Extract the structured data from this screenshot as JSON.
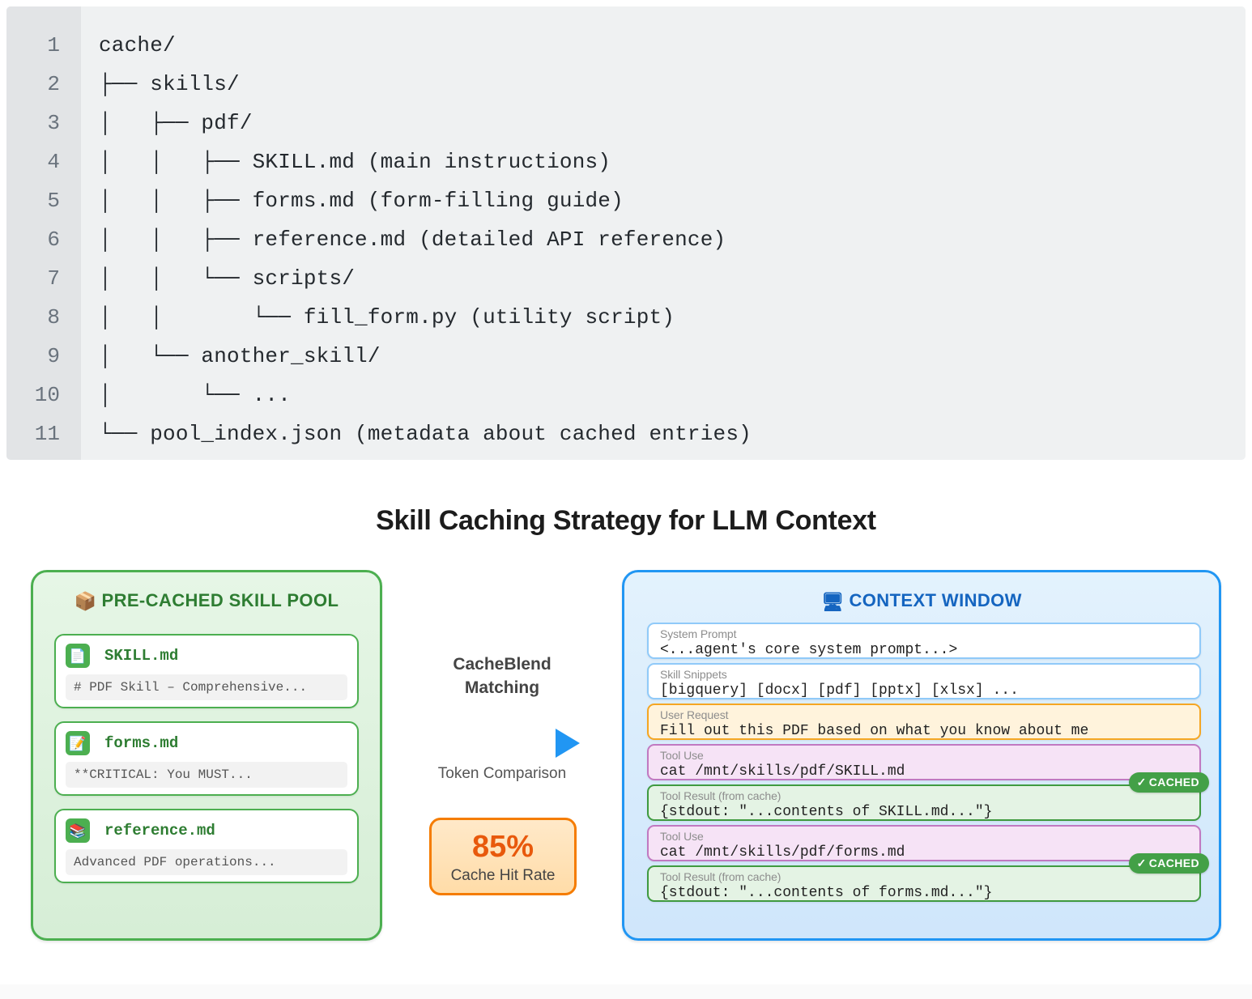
{
  "code_block": {
    "language": "text",
    "lines": [
      {
        "number": "1",
        "text": "cache/"
      },
      {
        "number": "2",
        "text": "├── skills/"
      },
      {
        "number": "3",
        "text": "│   ├── pdf/"
      },
      {
        "number": "4",
        "text": "│   │   ├── SKILL.md (main instructions)"
      },
      {
        "number": "5",
        "text": "│   │   ├── forms.md (form-filling guide)"
      },
      {
        "number": "6",
        "text": "│   │   ├── reference.md (detailed API reference)"
      },
      {
        "number": "7",
        "text": "│   │   └── scripts/"
      },
      {
        "number": "8",
        "text": "│   │       └── fill_form.py (utility script)"
      },
      {
        "number": "9",
        "text": "│   └── another_skill/"
      },
      {
        "number": "10",
        "text": "│       └── ..."
      },
      {
        "number": "11",
        "text": "└── pool_index.json (metadata about cached entries)"
      }
    ]
  },
  "diagram": {
    "title": "Skill Caching Strategy for LLM Context",
    "pool_panel": {
      "header_icon": "package-emoji",
      "header_glyph": "📦",
      "header_label": "PRE-CACHED SKILL POOL",
      "accent_color": "#4caf50",
      "cards": [
        {
          "icon_name": "page-facing-up-icon",
          "icon_glyph": "📄",
          "name": "SKILL.md",
          "preview": "# PDF Skill – Comprehensive..."
        },
        {
          "icon_name": "memo-icon",
          "icon_glyph": "📝",
          "name": "forms.md",
          "preview": "**CRITICAL: You MUST..."
        },
        {
          "icon_name": "books-icon",
          "icon_glyph": "📚",
          "name": "reference.md",
          "preview": "Advanced PDF operations..."
        }
      ]
    },
    "middle": {
      "label_line1": "CacheBlend",
      "label_line2": "Matching",
      "arrow_icon": "right-triangle-arrow-icon",
      "arrow_color": "#2196f3",
      "sublabel": "Token Comparison",
      "rate_value": "85%",
      "rate_caption": "Cache Hit Rate",
      "rate_color": "#e8590c"
    },
    "context_panel": {
      "header_icon": "desktop-computer-emoji",
      "header_glyph": "🖥",
      "header_label": "CONTEXT WINDOW",
      "accent_color": "#2196f3",
      "rows": [
        {
          "label": "System Prompt",
          "text": "<...agent's core system prompt...>",
          "style": "white",
          "badge": null
        },
        {
          "label": "Skill Snippets",
          "text": "[bigquery] [docx] [pdf] [pptx] [xlsx] ...",
          "style": "white",
          "badge": null
        },
        {
          "label": "User Request",
          "text": "Fill out this PDF based on what you know about me",
          "style": "yellow",
          "badge": null
        },
        {
          "label": "Tool Use",
          "text": "cat /mnt/skills/pdf/SKILL.md",
          "style": "purple",
          "badge": null
        },
        {
          "label": "Tool Result (from cache)",
          "text": "{stdout: \"...contents of SKILL.md...\"}",
          "style": "green",
          "badge": "CACHED"
        },
        {
          "label": "Tool Use",
          "text": "cat /mnt/skills/pdf/forms.md",
          "style": "purple",
          "badge": null
        },
        {
          "label": "Tool Result (from cache)",
          "text": "{stdout: \"...contents of forms.md...\"}",
          "style": "green",
          "badge": "CACHED"
        }
      ],
      "badge_check_glyph": "✓"
    }
  }
}
